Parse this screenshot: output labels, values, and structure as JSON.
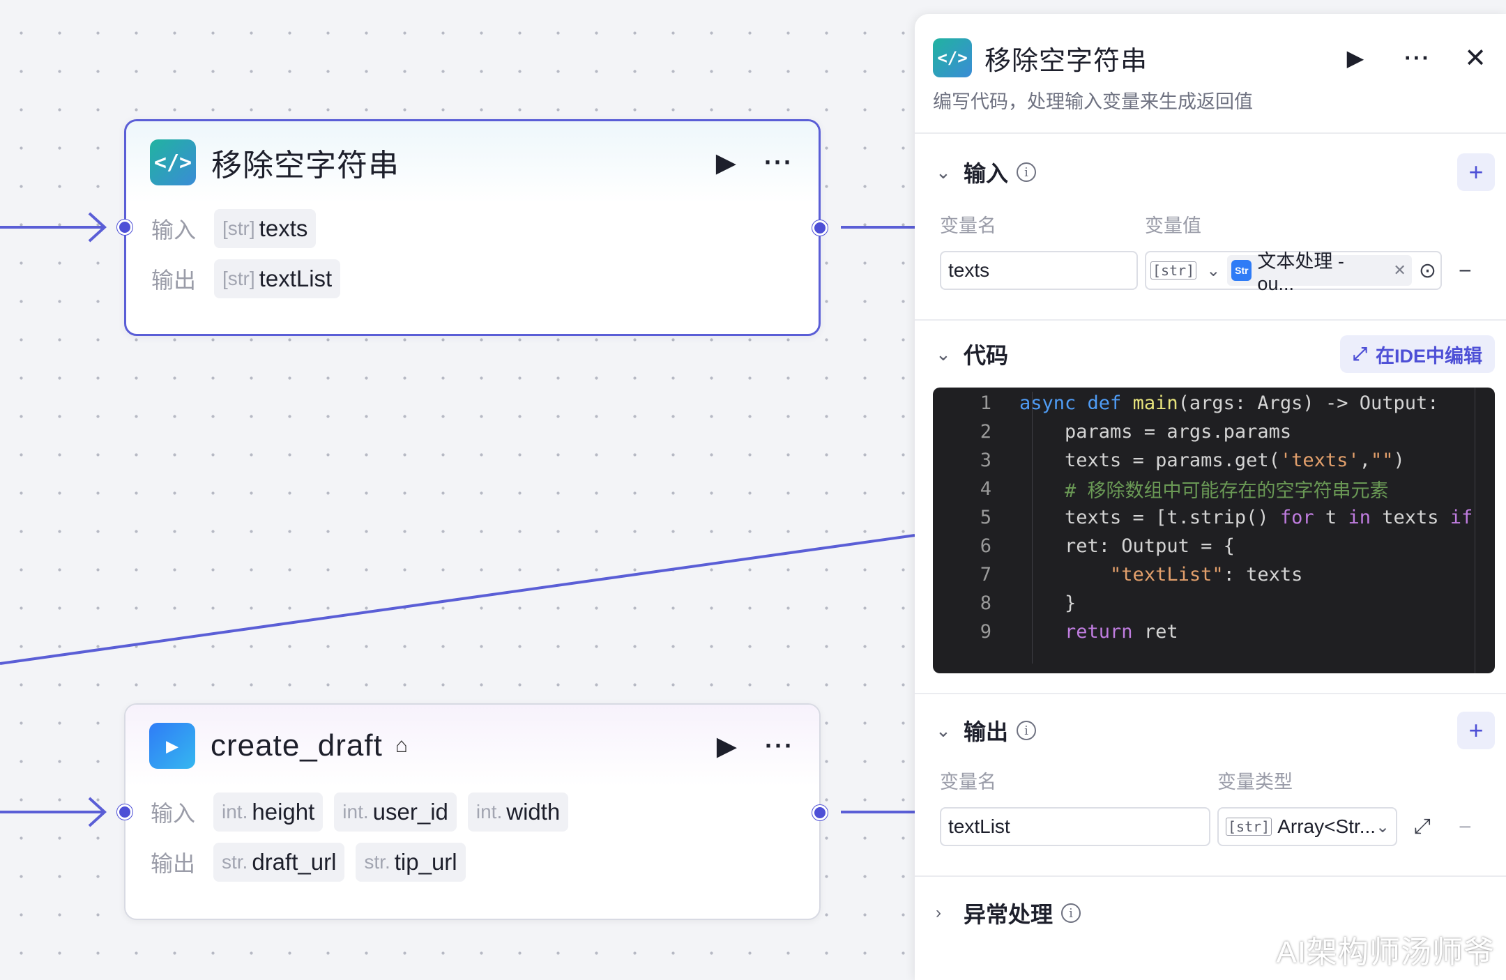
{
  "colors": {
    "accent": "#4d4fd6",
    "edge": "#5a5ed6"
  },
  "nodes": {
    "remove_empty": {
      "title": "移除空字符串",
      "input_label": "输入",
      "output_label": "输出",
      "inputs": [
        {
          "type": "[str]",
          "name": "texts"
        }
      ],
      "outputs": [
        {
          "type": "[str]",
          "name": "textList"
        }
      ]
    },
    "create_draft": {
      "title": "create_draft",
      "input_label": "输入",
      "output_label": "输出",
      "inputs": [
        {
          "type": "int.",
          "name": "height"
        },
        {
          "type": "int.",
          "name": "user_id"
        },
        {
          "type": "int.",
          "name": "width"
        }
      ],
      "outputs": [
        {
          "type": "str.",
          "name": "draft_url"
        },
        {
          "type": "str.",
          "name": "tip_url"
        }
      ]
    }
  },
  "panel": {
    "title": "移除空字符串",
    "description": "编写代码，处理输入变量来生成返回值",
    "input_section": {
      "title": "输入",
      "col_name": "变量名",
      "col_value": "变量值",
      "var_name": "texts",
      "var_type": "[str]",
      "ref_label": "文本处理 - ou...",
      "ref_icon_text": "Str"
    },
    "code_section": {
      "title": "代码",
      "ide_button": "在IDE中编辑"
    },
    "output_section": {
      "title": "输出",
      "col_name": "变量名",
      "col_type": "变量类型",
      "var_name": "textList",
      "var_type_tag": "[str]",
      "var_type": "Array<Str..."
    },
    "error_section": {
      "title": "异常处理"
    }
  },
  "code_lines": [
    "1",
    "2",
    "3",
    "4",
    "5",
    "6",
    "7",
    "8",
    "9"
  ],
  "watermark": "AI架构师汤师爷"
}
